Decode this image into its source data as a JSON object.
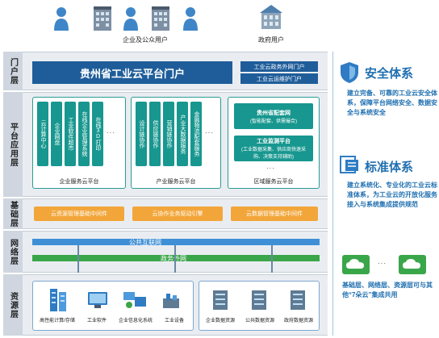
{
  "users": {
    "enterprise_label": "企业及公众用户",
    "government_label": "政府用户"
  },
  "layers": {
    "portal": "门户层",
    "platform_app": "平台应用层",
    "foundation": "基础层",
    "network": "网络层",
    "resource": "资源层"
  },
  "portal": {
    "main": "贵州省工业云平台门户",
    "gov_portal": "工业云政务外网门户",
    "ops_portal": "工业云运维护门户"
  },
  "platform": {
    "enterprise_services": [
      "云计算中心",
      "企业网盘",
      "工业软件超市",
      "在线企业管理系统",
      "在线3D打印"
    ],
    "enterprise_more": "···",
    "enterprise_caption": "企业服务云平台",
    "industry_services": [
      "设计链协作",
      "供应链协作",
      "营销链协作",
      "产业大数据服务",
      "金融物流配套服务"
    ],
    "industry_more": "···",
    "industry_caption": "产业服务云平台",
    "regional_box1_title": "贵州省配套网",
    "regional_box1_sub": "(智能配套、供需撮合)",
    "regional_box2_title": "工业监测平台",
    "regional_box2_sub": "(工业数据采集、供应商快速采购、决策支持辅助)",
    "regional_more": "···",
    "regional_caption": "区域服务云平台"
  },
  "middleware": {
    "resource_mgmt": "云资源管理基础中间件",
    "business_collab": "云协作业务驱动引擎",
    "data_mgmt": "云数据管理基础中间件"
  },
  "network": {
    "public": "公共互联网",
    "gov": "政务外网"
  },
  "resources": {
    "group1": [
      "高性能计算/存储",
      "工业软件",
      "企业信息化系统",
      "工业设备"
    ],
    "group2": [
      "企业数据资源",
      "公共数据资源",
      "政府数据资源"
    ]
  },
  "right_panel": {
    "security_title": "安全体系",
    "security_text": "建立完备、可靠的工业云安全体系，保障平台网络安全、数据安全与系统安全",
    "standard_title": "标准体系",
    "standard_text": "建立系统化、专业化的工业云标准体系，为工业云的开放化服务接入与系统集成提供规范",
    "cloud_dots": "···",
    "integration_text": "基础层、网络层、资源层可与其他“7朵云”集成共用"
  },
  "colors": {
    "navy": "#1f5d9a",
    "teal": "#17978f",
    "orange": "#f2a63a",
    "green": "#3aa64a",
    "accent_blue": "#1f6fb0"
  }
}
